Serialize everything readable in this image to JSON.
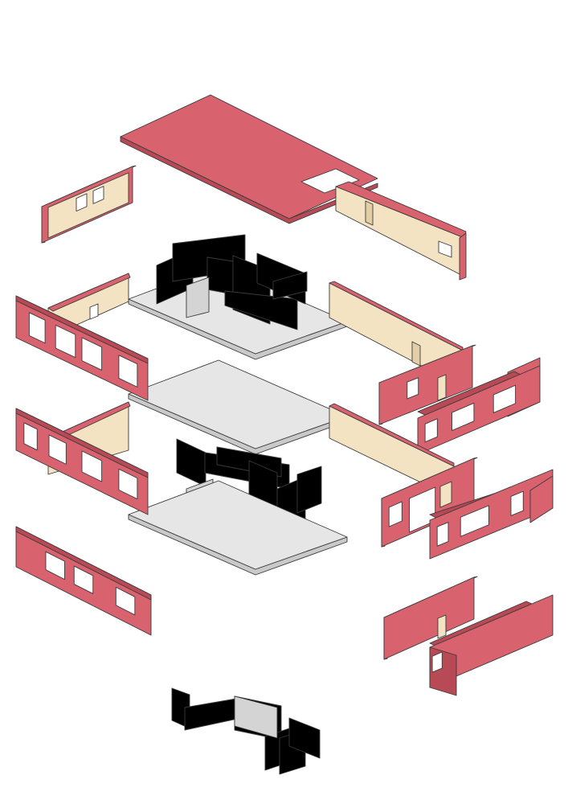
{
  "diagram": {
    "kind": "exploded-axonometric",
    "colors": {
      "exterior_wall": "#d8626e",
      "exterior_wall_side": "#b84a56",
      "interior_panel": "#f3e3c2",
      "interior_panel_side": "#e2cfa8",
      "floor_slab": "#e6e6e6",
      "floor_slab_edge": "#c9c9c9",
      "interior_block": "#d4d4d4",
      "window_void": "#ffffff",
      "outline": "#3a3a3a"
    },
    "parts": {
      "roof": "roof-slab",
      "floors": [
        "upper-floor",
        "middle-floor",
        "ground-floor"
      ],
      "left_walls": [
        "left-wall-upper",
        "left-wall-2",
        "left-wall-3",
        "left-wall-ground"
      ],
      "right_walls": [
        "right-wall-upper",
        "right-wall-2",
        "right-wall-3",
        "right-wall-4",
        "right-wall-ground"
      ]
    }
  }
}
